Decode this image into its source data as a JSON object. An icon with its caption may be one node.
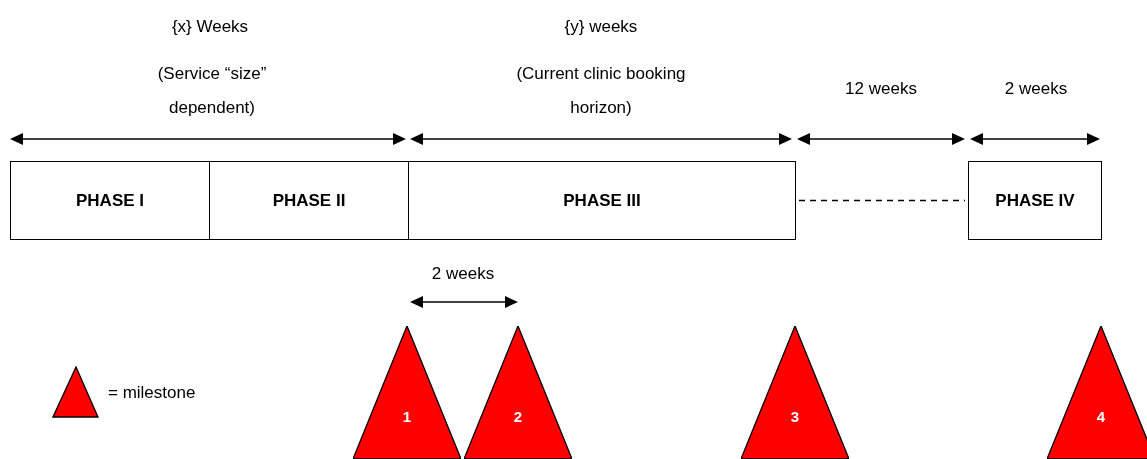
{
  "diagram": {
    "nodes": [
      {
        "text": [
          "PHASE I"
        ]
      },
      {
        "text": [
          "PHASE II"
        ]
      },
      {
        "text": [
          "PHASE III"
        ]
      },
      {
        "text": [
          "PHASE IV"
        ]
      },
      {
        "text": [
          "1"
        ]
      },
      {
        "text": [
          "2"
        ]
      },
      {
        "text": [
          "3"
        ]
      },
      {
        "text": [
          "4"
        ]
      }
    ],
    "edges": [
      {
        "from": 2,
        "to": 3,
        "arrow": "none",
        "style": "dashed"
      }
    ],
    "labels": [
      "{x} Weeks",
      "{y} weeks",
      "(Service “size” dependent)",
      "(Current clinic booking horizon)",
      "12 weeks",
      "2 weeks",
      "2 weeks"
    ],
    "legend": [
      {
        "text": "= milestone"
      }
    ]
  }
}
